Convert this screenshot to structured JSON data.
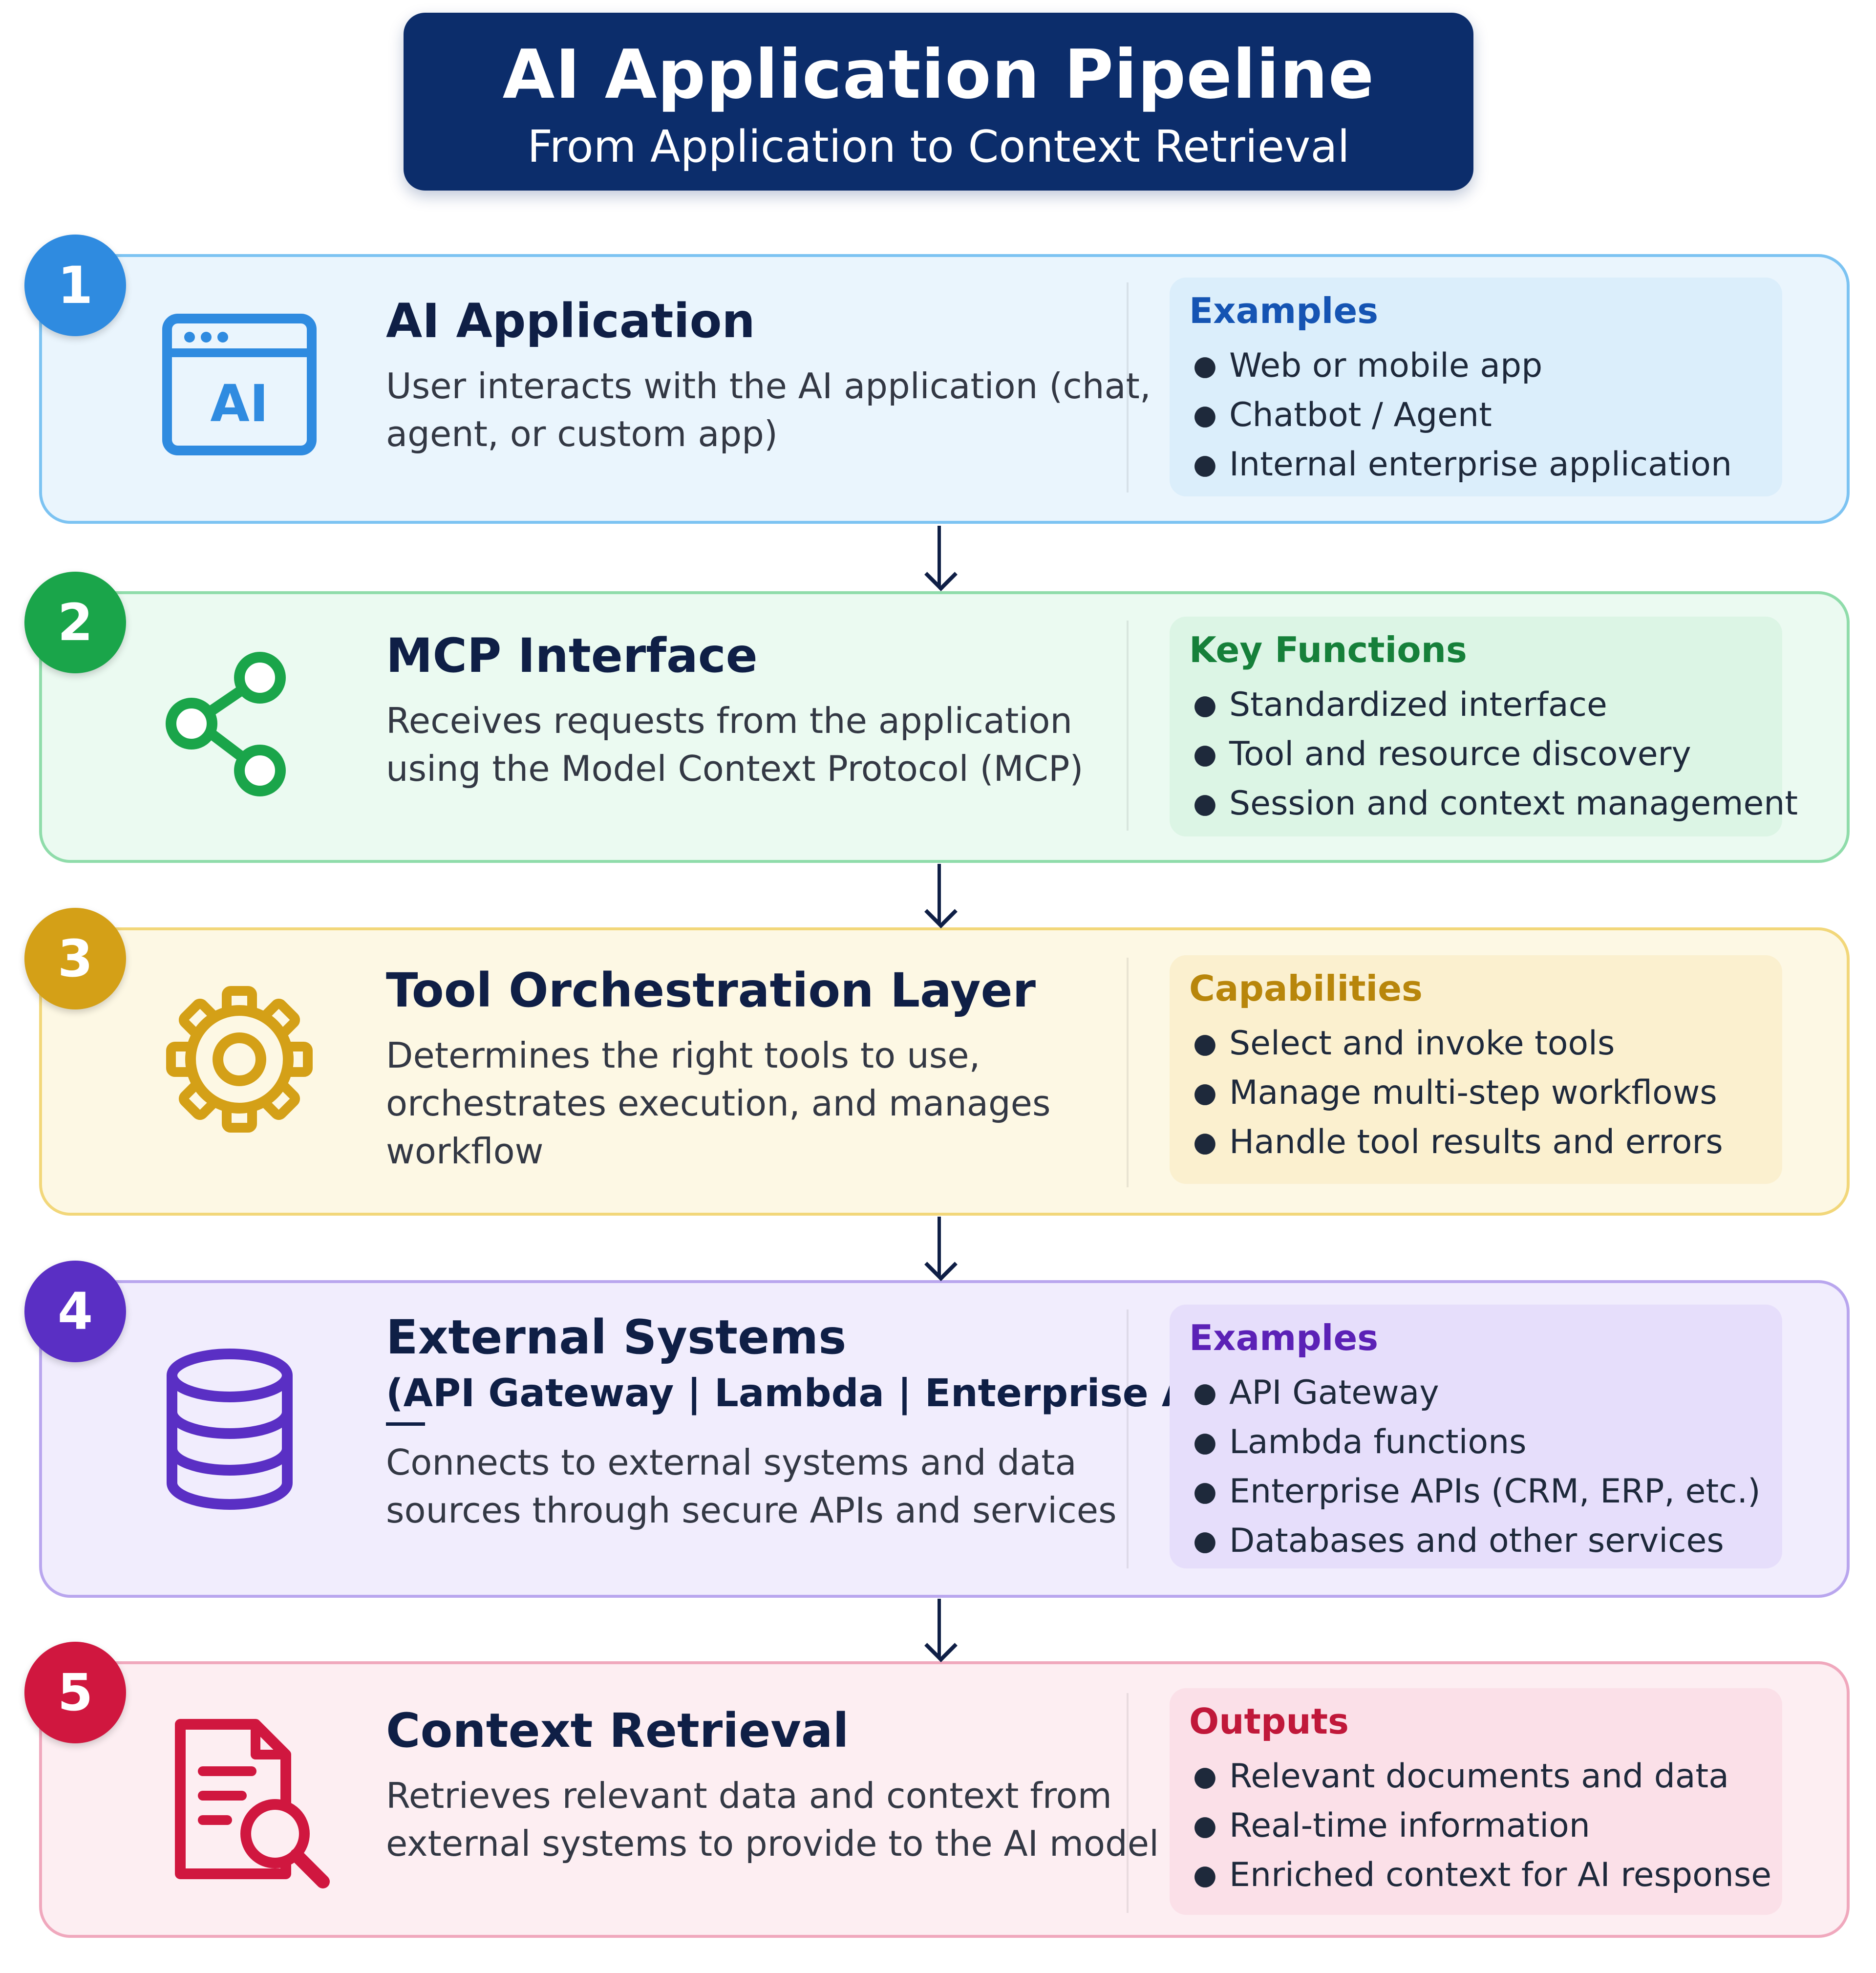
{
  "header": {
    "title": "AI Application Pipeline",
    "subtitle": "From Application to Context Retrieval"
  },
  "steps": [
    {
      "number": "1",
      "icon": "ai-app-window-icon",
      "icon_text": "AI",
      "title": "AI Application",
      "description": "User interacts with the AI application (chat, agent, or custom app)",
      "side_title": "Examples",
      "items": [
        "Web or mobile app",
        "Chatbot / Agent",
        "Internal enterprise application"
      ],
      "colors": {
        "accent": "#2f8be0",
        "side_title": "#1554b3",
        "border": "#7cc3f2",
        "background": "#eaf5fd",
        "panel": "#dbeefb"
      }
    },
    {
      "number": "2",
      "icon": "share-nodes-icon",
      "title": "MCP Interface",
      "description": "Receives requests from the application using the Model Context Protocol (MCP)",
      "side_title": "Key Functions",
      "items": [
        "Standardized interface",
        "Tool and resource discovery",
        "Session and context management"
      ],
      "colors": {
        "accent": "#1aa54a",
        "side_title": "#16803a",
        "border": "#8fdcaa",
        "background": "#ebfaf1",
        "panel": "#dcf5e5"
      }
    },
    {
      "number": "3",
      "icon": "gear-icon",
      "title": "Tool Orchestration Layer",
      "description": "Determines the right tools to use, orchestrates execution, and manages workflow",
      "side_title": "Capabilities",
      "items": [
        "Select and invoke tools",
        "Manage multi-step workflows",
        "Handle tool results and errors"
      ],
      "colors": {
        "accent": "#d4a017",
        "side_title": "#b8860b",
        "border": "#f2d77a",
        "background": "#fdf8e4",
        "panel": "#fbf0cf"
      }
    },
    {
      "number": "4",
      "icon": "database-icon",
      "title": "External Systems",
      "subtitle": "(API Gateway | Lambda | Enterprise APIs)",
      "description": "Connects to external systems and data sources through secure APIs and services",
      "side_title": "Examples",
      "items": [
        "API Gateway",
        "Lambda functions",
        "Enterprise APIs (CRM, ERP, etc.)",
        "Databases and other services"
      ],
      "colors": {
        "accent": "#5a2fc4",
        "side_title": "#5b21b6",
        "border": "#b9a6ee",
        "background": "#f1edfd",
        "panel": "#e6defb"
      }
    },
    {
      "number": "5",
      "icon": "document-search-icon",
      "title": "Context Retrieval",
      "description": "Retrieves relevant data and context from external systems to provide to the AI model",
      "side_title": "Outputs",
      "items": [
        "Relevant documents and data",
        "Real-time information",
        "Enriched context for AI response"
      ],
      "colors": {
        "accent": "#d0173f",
        "side_title": "#c0183a",
        "border": "#f0a8bd",
        "background": "#fdeef2",
        "panel": "#fbe0e8"
      }
    }
  ]
}
